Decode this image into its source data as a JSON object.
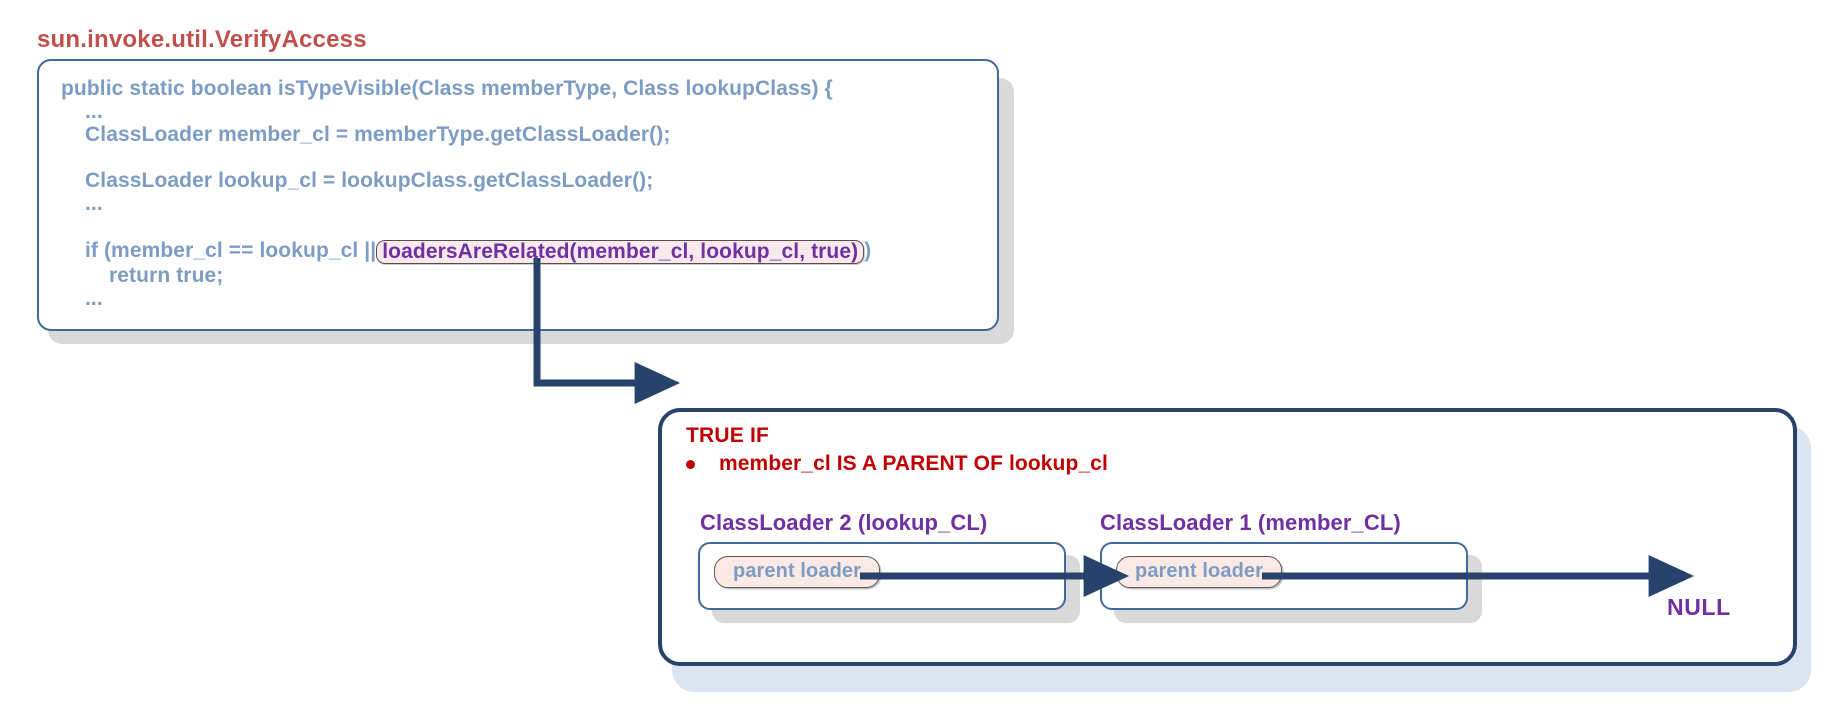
{
  "title": {
    "text": "sun.invoke.util.VerifyAccess",
    "color": "#c0504d"
  },
  "code_panel": {
    "border_color": "#41699b",
    "text_color": "#7d9cc4",
    "lines": [
      {
        "id": "signature",
        "text": "public static boolean isTypeVisible(Class memberType, Class lookupClass) {",
        "indent": 0
      },
      {
        "id": "ellipsis-1",
        "text": "...",
        "indent": 1
      },
      {
        "id": "member-cl-decl",
        "text": "ClassLoader member_cl = memberType.getClassLoader();",
        "indent": 1
      },
      {
        "id": "blank-1",
        "text": "",
        "indent": 0
      },
      {
        "id": "lookup-cl-decl",
        "text": "ClassLoader lookup_cl = lookupClass.getClassLoader();",
        "indent": 1
      },
      {
        "id": "ellipsis-2",
        "text": "...",
        "indent": 1
      },
      {
        "id": "blank-2",
        "text": "",
        "indent": 0
      },
      {
        "id": "if-statement",
        "text": "",
        "indent": 1
      },
      {
        "id": "return-true",
        "text": "return true;",
        "indent": 2
      },
      {
        "id": "ellipsis-3",
        "text": "...",
        "indent": 1
      }
    ],
    "if_line": {
      "prefix": "if (member_cl == lookup_cl ||",
      "highlight": "loadersAreRelated(member_cl, lookup_cl, true)",
      "suffix": ")",
      "highlight_text_color": "#7030a0",
      "highlight_bg_color": "#f7e9ec"
    }
  },
  "true_panel": {
    "border_color": "#27436c",
    "heading": "TRUE IF",
    "heading_color": "#c00000",
    "bullet": "member_cl IS A PARENT OF lookup_cl",
    "loaders": [
      {
        "id": "classloader-2",
        "label": "ClassLoader 2 (lookup_CL)",
        "pill_label": "parent loader"
      },
      {
        "id": "classloader-1",
        "label": "ClassLoader 1 (member_CL)",
        "pill_label": "parent loader"
      }
    ],
    "label_color": "#7030a0",
    "terminal": "NULL",
    "terminal_color": "#7030a0"
  },
  "connector": {
    "color": "#27436c",
    "description": "elbow-arrow-from-loadersAreRelated-to-true-panel"
  }
}
